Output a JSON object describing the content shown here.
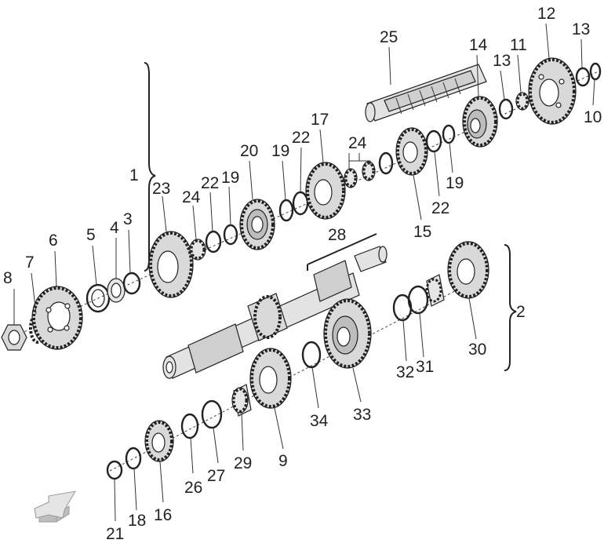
{
  "diagram": {
    "labels": [
      {
        "id": "p8",
        "text": "8"
      },
      {
        "id": "p7",
        "text": "7"
      },
      {
        "id": "p6",
        "text": "6"
      },
      {
        "id": "p5",
        "text": "5"
      },
      {
        "id": "p4",
        "text": "4"
      },
      {
        "id": "p3",
        "text": "3"
      },
      {
        "id": "p1",
        "text": "1"
      },
      {
        "id": "p23",
        "text": "23"
      },
      {
        "id": "p24a",
        "text": "24"
      },
      {
        "id": "p22a",
        "text": "22"
      },
      {
        "id": "p19a",
        "text": "19"
      },
      {
        "id": "p20",
        "text": "20"
      },
      {
        "id": "p19b",
        "text": "19"
      },
      {
        "id": "p22b",
        "text": "22"
      },
      {
        "id": "p17",
        "text": "17"
      },
      {
        "id": "p24b",
        "text": "24"
      },
      {
        "id": "p25",
        "text": "25"
      },
      {
        "id": "p14",
        "text": "14"
      },
      {
        "id": "p13a",
        "text": "13"
      },
      {
        "id": "p11",
        "text": "11"
      },
      {
        "id": "p12",
        "text": "12"
      },
      {
        "id": "p13b",
        "text": "13"
      },
      {
        "id": "p10",
        "text": "10"
      },
      {
        "id": "p19c",
        "text": "19"
      },
      {
        "id": "p22c",
        "text": "22"
      },
      {
        "id": "p15",
        "text": "15"
      },
      {
        "id": "p28",
        "text": "28"
      },
      {
        "id": "p2",
        "text": "2"
      },
      {
        "id": "p30",
        "text": "30"
      },
      {
        "id": "p31",
        "text": "31"
      },
      {
        "id": "p32",
        "text": "32"
      },
      {
        "id": "p33",
        "text": "33"
      },
      {
        "id": "p34",
        "text": "34"
      },
      {
        "id": "p9",
        "text": "9"
      },
      {
        "id": "p29",
        "text": "29"
      },
      {
        "id": "p27",
        "text": "27"
      },
      {
        "id": "p26",
        "text": "26"
      },
      {
        "id": "p16",
        "text": "16"
      },
      {
        "id": "p18",
        "text": "18"
      },
      {
        "id": "p21",
        "text": "21"
      }
    ],
    "colors": {
      "line": "#222222",
      "part_fill": "#d9d9d9",
      "arrow_fill": "#e4e4e4"
    },
    "icons": {
      "orientation_arrow": "arrow-3d-icon"
    }
  }
}
